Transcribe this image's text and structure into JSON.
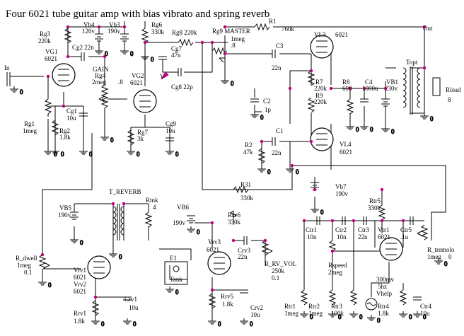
{
  "title": "Four 6021 tube  guitar amp with bias vibrato and spring reverb",
  "colors": {
    "wire": "#000000",
    "node": "#c0007a",
    "background": "#ffffff"
  },
  "labels": {
    "in": "In",
    "out": "Out",
    "rg3": "Rg3",
    "rg3v": "220k",
    "vg1": "VG1",
    "vg1t": "6021",
    "cg2": "Cg2 22n",
    "vb4": "Vb4",
    "vb4v": "120v",
    "vb3": "Vb3",
    "vb3v": "190v",
    "rg6": "Rg6",
    "rg6v": "330k",
    "rg8": "Rg8 220k",
    "rg9": "Rg9  MASTER",
    "rg9v": "1meg",
    "rg9x": ".8",
    "r1": "R1",
    "r1v": "760k",
    "vl3": "VL3",
    "vl3t": "6021",
    "cg7": "Cg7",
    "cg7v": "47n",
    "cg8": "Cg8 22p",
    "gain": "GAIN",
    "rg4": "Rg4",
    "rg4v": "2meg",
    "rg4x": ".8",
    "vg2": "VG2",
    "vg2t": "6021",
    "c3": "C3",
    "c3v": "22n",
    "rg1": "Rg1",
    "rg1v": "1meg",
    "cg1": "Cg1",
    "cg1v": "10u",
    "rg2": "Rg2",
    "rg2v": "1.8k",
    "rg7": "Rg7",
    "rg7v": "3k",
    "cg9": "Cg9",
    "cg9v": "10u",
    "r7": "R7",
    "r7v": "220k",
    "r9": "R9",
    "r9v": "220k",
    "c2": "C2",
    "c2v": "1p",
    "r8": "R8",
    "r8v": "600",
    "c4": "C4",
    "c4v": "1000u",
    "vb1": "VB1",
    "vb1v": "230v",
    "topt": "Topt",
    "rload": "Rload",
    "rloadv": "8",
    "c1": "C1",
    "c1v": "22n",
    "r2": "R2",
    "r2v": "47k",
    "vl4": "VL4",
    "vl4t": "6021",
    "treverb": "T_REVERB",
    "r31": "R31",
    "r31v": "330k",
    "vb7": "Vb7",
    "vb7v": "190v",
    "vb5": "VB5",
    "vb5v": "190v",
    "rtnk": "Rtnk",
    "rtnkv": "4",
    "vb6": "VB6",
    "vb6v": "190v",
    "rrv6": "Rrv6",
    "rrv6v": "330k",
    "rtr5": "Rtr5",
    "rtr5v": "330k",
    "rdwell": "R_dwell",
    "rdwellv": "1meg",
    "rdwellx": "0.1",
    "e1": "E1",
    "tank": "Tank",
    "vrv3": "Vrv3",
    "vrv3t": "6021",
    "crv3": "Crv3",
    "crv3v": "22n",
    "rrvvol": "R_RV_VOL",
    "rrvvolv": "250k",
    "rrvvolx": "0.1",
    "vrv1": "Vrv1",
    "vrv1t": "6021",
    "vrv2": "Vrv2",
    "vrv2t": "6021",
    "crv1": "Crv1",
    "crv1v": "10u",
    "rrv1": "Rrv1",
    "rrv1v": "1.8k",
    "rrv5": "Rrv5",
    "rrv5v": "1.8k",
    "crv2": "Crv2",
    "crv2v": "10u",
    "ctr1": "Ctr1",
    "ctr1v": "10n",
    "ctr2": "Ctr2",
    "ctr2v": "10n",
    "ctr3": "Ctr3",
    "ctr3v": "22n",
    "vtr1": "Vtr1",
    "vtr1t": "6021",
    "ctr5": "Ctr5",
    "ctr5v": ".1u",
    "rtremolo": "R_tremolo",
    "rtremolov": "1meg",
    "rtremolox": "0",
    "rspeed": "Rspeed",
    "rspeedv": "2meg",
    "vhelp1": "300mv",
    "vhelp2": "5hz",
    "vhelp": "Vhelp",
    "rtr1": "Rtr1",
    "rtr1v": "1meg",
    "rtr2": "Rtr2",
    "rtr2v": "1meg",
    "rtr3": "Rtr3",
    "rtr3v": "100k",
    "rtr4": "Rtr4",
    "rtr4v": "1.8k",
    "ctr4": "Ctr4",
    "ctr4v": "10u",
    "ground": "0",
    "probe": "V"
  }
}
